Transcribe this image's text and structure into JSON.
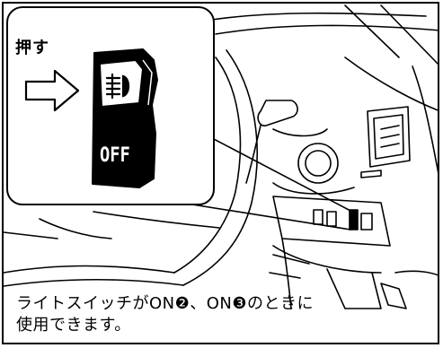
{
  "inset": {
    "push_label": "押す",
    "switch_off_label": "OFF",
    "fog_icon": "front-fog-lamp-icon"
  },
  "caption": {
    "line1": "ライトスイッチがON❷、ON❸のときに",
    "line2": "使用できます。"
  }
}
